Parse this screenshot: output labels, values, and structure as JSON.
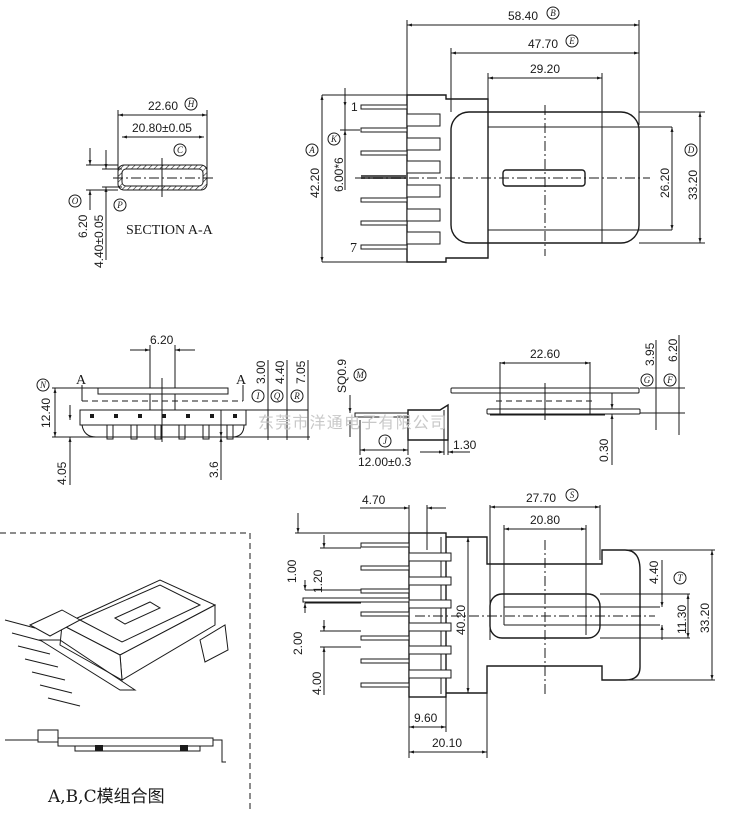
{
  "top_view": {
    "dim_overall_width": "58.40",
    "label_overall_width": "B",
    "dim_core_width": "47.70",
    "label_core_width": "E",
    "dim_center": "29.20",
    "dim_height": "42.20",
    "label_height": "A",
    "dim_pitch": "6.00*6",
    "label_pitch": "K",
    "dim_inner": "26.20",
    "dim_core_height": "33.20",
    "label_core_height": "D",
    "pin_first": "1",
    "pin_last": "7"
  },
  "section_view": {
    "title": "SECTION A-A",
    "dim_outer": "22.60",
    "label_outer": "H",
    "dim_inner": "20.80±0.05",
    "label_inner": "C",
    "dim_height": "6.20",
    "label_height": "O",
    "dim_inner_height": "4.40±0.05",
    "label_inner_height": "P"
  },
  "side_view": {
    "dim_top": "6.20",
    "section_mark_left": "A",
    "section_mark_right": "A",
    "dim_height": "12.40",
    "label_height": "N",
    "dim_pin_offset": "4.05",
    "dim_leg": "3.6",
    "dim_i": "3.00",
    "label_i": "I",
    "dim_q": "4.40",
    "label_q": "Q",
    "dim_r": "7.05",
    "label_r": "R"
  },
  "end_view": {
    "dim_pin": "SQ0.9",
    "label_pin": "M",
    "label_j": "J",
    "dim_j": "12.00±0.3",
    "dim_offset": "1.30",
    "dim_width": "22.60",
    "dim_gap": "0.30",
    "dim_g": "3.95",
    "label_g": "G",
    "dim_f": "6.20",
    "label_f": "F"
  },
  "bottom_view": {
    "dim_a": "4.70",
    "dim_core": "27.70",
    "label_core": "S",
    "dim_inner": "20.80",
    "dim_1": "1.00",
    "dim_2": "1.20",
    "dim_3": "2.00",
    "dim_4": "4.00",
    "dim_height": "40.20",
    "dim_9": "9.60",
    "dim_20": "20.10",
    "dim_t": "4.40",
    "label_t": "T",
    "dim_slot": "11.30",
    "dim_core_height": "33.20"
  },
  "assembly": {
    "caption": "A,B,C模组合图"
  },
  "watermark": "东莞市洋通电子有限公司"
}
